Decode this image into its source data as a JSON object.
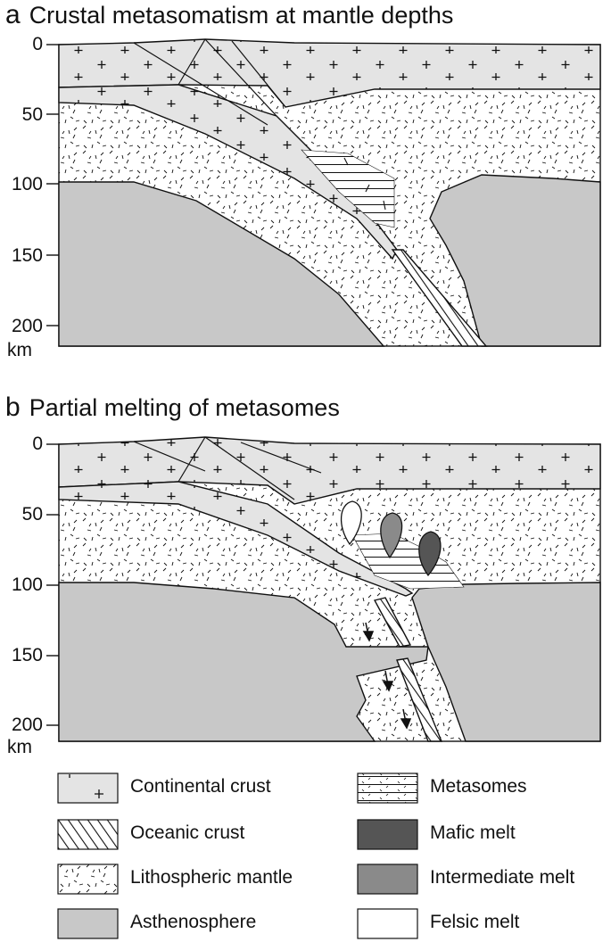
{
  "panels": [
    {
      "letter": "a",
      "title": "Crustal metasomatism at mantle depths",
      "depth_ticks": [
        "0",
        "50",
        "100",
        "150",
        "200"
      ],
      "depth_unit": "km"
    },
    {
      "letter": "b",
      "title": "Partial melting of metasomes",
      "depth_ticks": [
        "0",
        "50",
        "100",
        "150",
        "200"
      ],
      "depth_unit": "km"
    }
  ],
  "legend": [
    {
      "label": "Continental crust",
      "fill": "#e4e4e4",
      "pattern": "plus"
    },
    {
      "label": "Oceanic crust",
      "fill": "#ffffff",
      "pattern": "hatch"
    },
    {
      "label": "Lithospheric mantle",
      "fill": "#ffffff",
      "pattern": "dash"
    },
    {
      "label": "Asthenosphere",
      "fill": "#c8c8c8",
      "pattern": "none"
    },
    {
      "label": "Metasomes",
      "fill": "#ffffff",
      "pattern": "lines"
    },
    {
      "label": "Mafic melt",
      "fill": "#555555",
      "pattern": "none"
    },
    {
      "label": "Intermediate melt",
      "fill": "#8a8a8a",
      "pattern": "none"
    },
    {
      "label": "Felsic melt",
      "fill": "#ffffff",
      "pattern": "none"
    }
  ],
  "colors": {
    "crust": "#e4e4e4",
    "asthenosphere": "#c8c8c8",
    "mafic": "#555555",
    "intermediate": "#8a8a8a",
    "felsic": "#ffffff",
    "line": "#111111"
  }
}
